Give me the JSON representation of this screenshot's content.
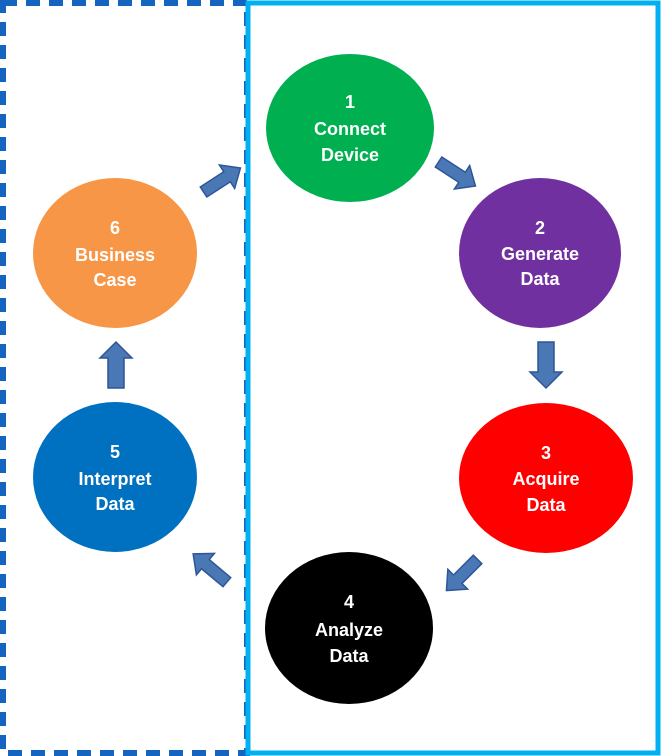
{
  "colors": {
    "dashed_border": "#1565c0",
    "solid_border": "#00b0f0",
    "arrow_fill": "#4a78b5",
    "arrow_stroke": "#2f5597",
    "text": "#ffffff"
  },
  "nodes": [
    {
      "id": "connect-device",
      "number": "1",
      "line1": "Connect",
      "line2": "Device",
      "color": "#00b050"
    },
    {
      "id": "generate-data",
      "number": "2",
      "line1": "Generate",
      "line2": "Data",
      "color": "#7030a0"
    },
    {
      "id": "acquire-data",
      "number": "3",
      "line1": "Acquire",
      "line2": "Data",
      "color": "#ff0000"
    },
    {
      "id": "analyze-data",
      "number": "4",
      "line1": "Analyze",
      "line2": "Data",
      "color": "#000000"
    },
    {
      "id": "interpret-data",
      "number": "5",
      "line1": "Interpret",
      "line2": "Data",
      "color": "#0070c0"
    },
    {
      "id": "business-case",
      "number": "6",
      "line1": "Business",
      "line2": "Case",
      "color": "#f79646"
    }
  ]
}
